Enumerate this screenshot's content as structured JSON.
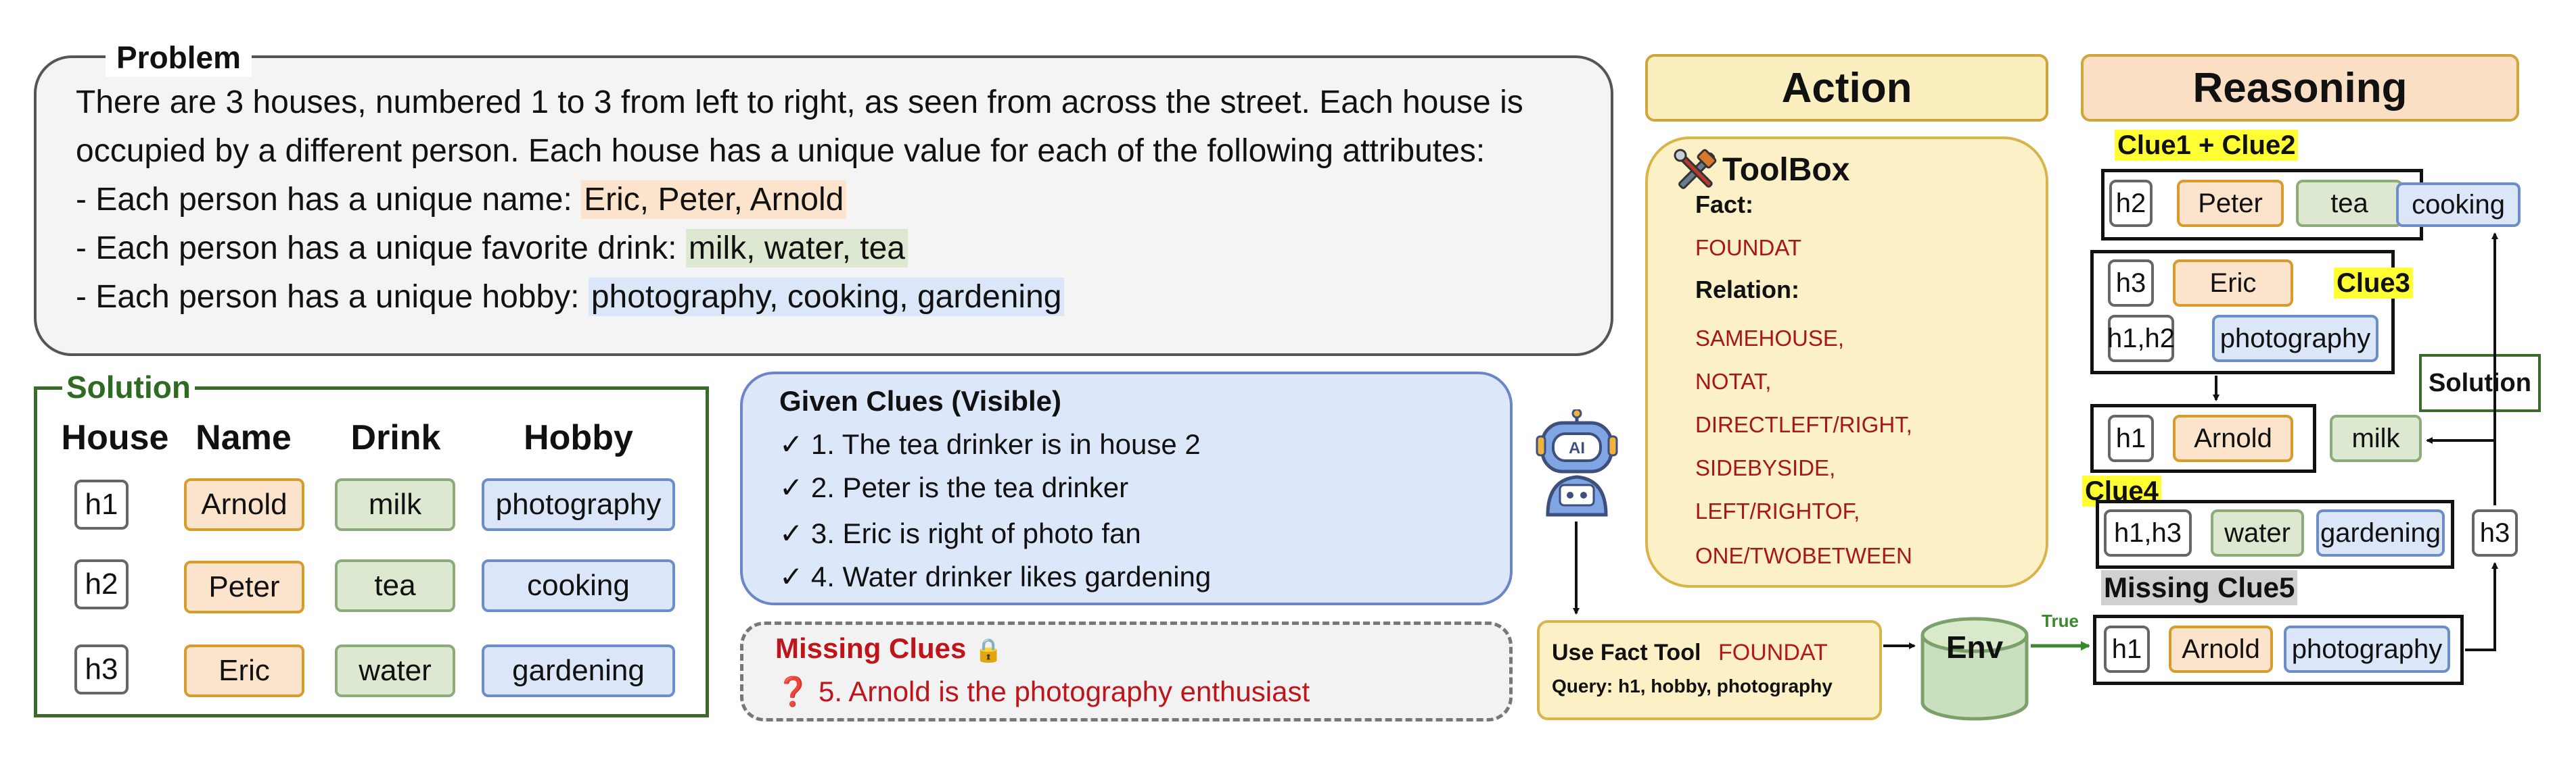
{
  "problem": {
    "title": "Problem",
    "line1": "There are 3 houses, numbered 1 to 3 from left to right, as seen from across the street. Each house is",
    "line2": "occupied by a different person. Each house has a unique value for each of the following attributes:",
    "line3_prefix": "- Each person has a unique name: ",
    "line3_values": "Eric, Peter, Arnold",
    "line4_prefix": "- Each person has a unique favorite drink: ",
    "line4_values": "milk, water, tea",
    "line5_prefix": "- Each person has a unique hobby: ",
    "line5_values": "photography, cooking, gardening"
  },
  "solution": {
    "title": "Solution",
    "headers": {
      "house": "House",
      "name": "Name",
      "drink": "Drink",
      "hobby": "Hobby"
    },
    "rows": [
      {
        "house": "h1",
        "name": "Arnold",
        "drink": "milk",
        "hobby": "photography"
      },
      {
        "house": "h2",
        "name": "Peter",
        "drink": "tea",
        "hobby": "cooking"
      },
      {
        "house": "h3",
        "name": "Eric",
        "drink": "water",
        "hobby": "gardening"
      }
    ]
  },
  "given_clues": {
    "title": "Given Clues (Visible)",
    "items": [
      "✓ 1. The tea drinker is in house 2",
      "✓ 2. Peter is the tea drinker",
      "✓ 3. Eric is right of photo fan",
      "✓ 4. Water drinker likes gardening"
    ]
  },
  "missing_clues": {
    "title": "Missing Clues",
    "lock_icon": "🔒",
    "item": "❓ 5. Arnold is the photography enthusiast"
  },
  "action": {
    "header": "Action",
    "toolbox_title": "ToolBox",
    "fact_label": "Fact:",
    "fact_items": [
      "FOUNDAT"
    ],
    "relation_label": "Relation:",
    "relation_items": [
      "SAMEHOUSE,",
      "NOTAT,",
      "DIRECTLEFT/RIGHT,",
      "SIDEBYSIDE,",
      "LEFT/RIGHTOF,",
      "ONE/TWOBETWEEN"
    ],
    "use_fact_title": "Use Fact Tool",
    "use_fact_tool": "FOUNDAT",
    "use_fact_query": "Query: h1, hobby, photography",
    "env_label": "Env",
    "true_label": "True",
    "robot_badge": "AI"
  },
  "reasoning": {
    "header": "Reasoning",
    "clue12_tag": "Clue1 + Clue2",
    "clue3_tag": "Clue3",
    "clue4_tag": "Clue4",
    "missing5_tag": "Missing Clue5",
    "solution_tag": "Solution",
    "g1": {
      "house": "h2",
      "name": "Peter",
      "drink": "tea",
      "outside_hobby": "cooking"
    },
    "g2": {
      "house1": "h3",
      "name": "Eric",
      "house2": "h1,h2",
      "hobby": "photography"
    },
    "g3": {
      "house": "h1",
      "name": "Arnold",
      "outside_drink": "milk"
    },
    "g4": {
      "house": "h1,h3",
      "drink": "water",
      "hobby": "gardening",
      "outside_house": "h3"
    },
    "g5": {
      "house": "h1",
      "name": "Arnold",
      "hobby": "photography"
    }
  },
  "colors": {
    "name_fill": "#fbe3cc",
    "drink_fill": "#dce9d0",
    "hobby_fill": "#dbe6f8",
    "solution_green": "#3a6b2a",
    "relation_red": "#a8161a",
    "clue_yellow": "#ffff33"
  }
}
